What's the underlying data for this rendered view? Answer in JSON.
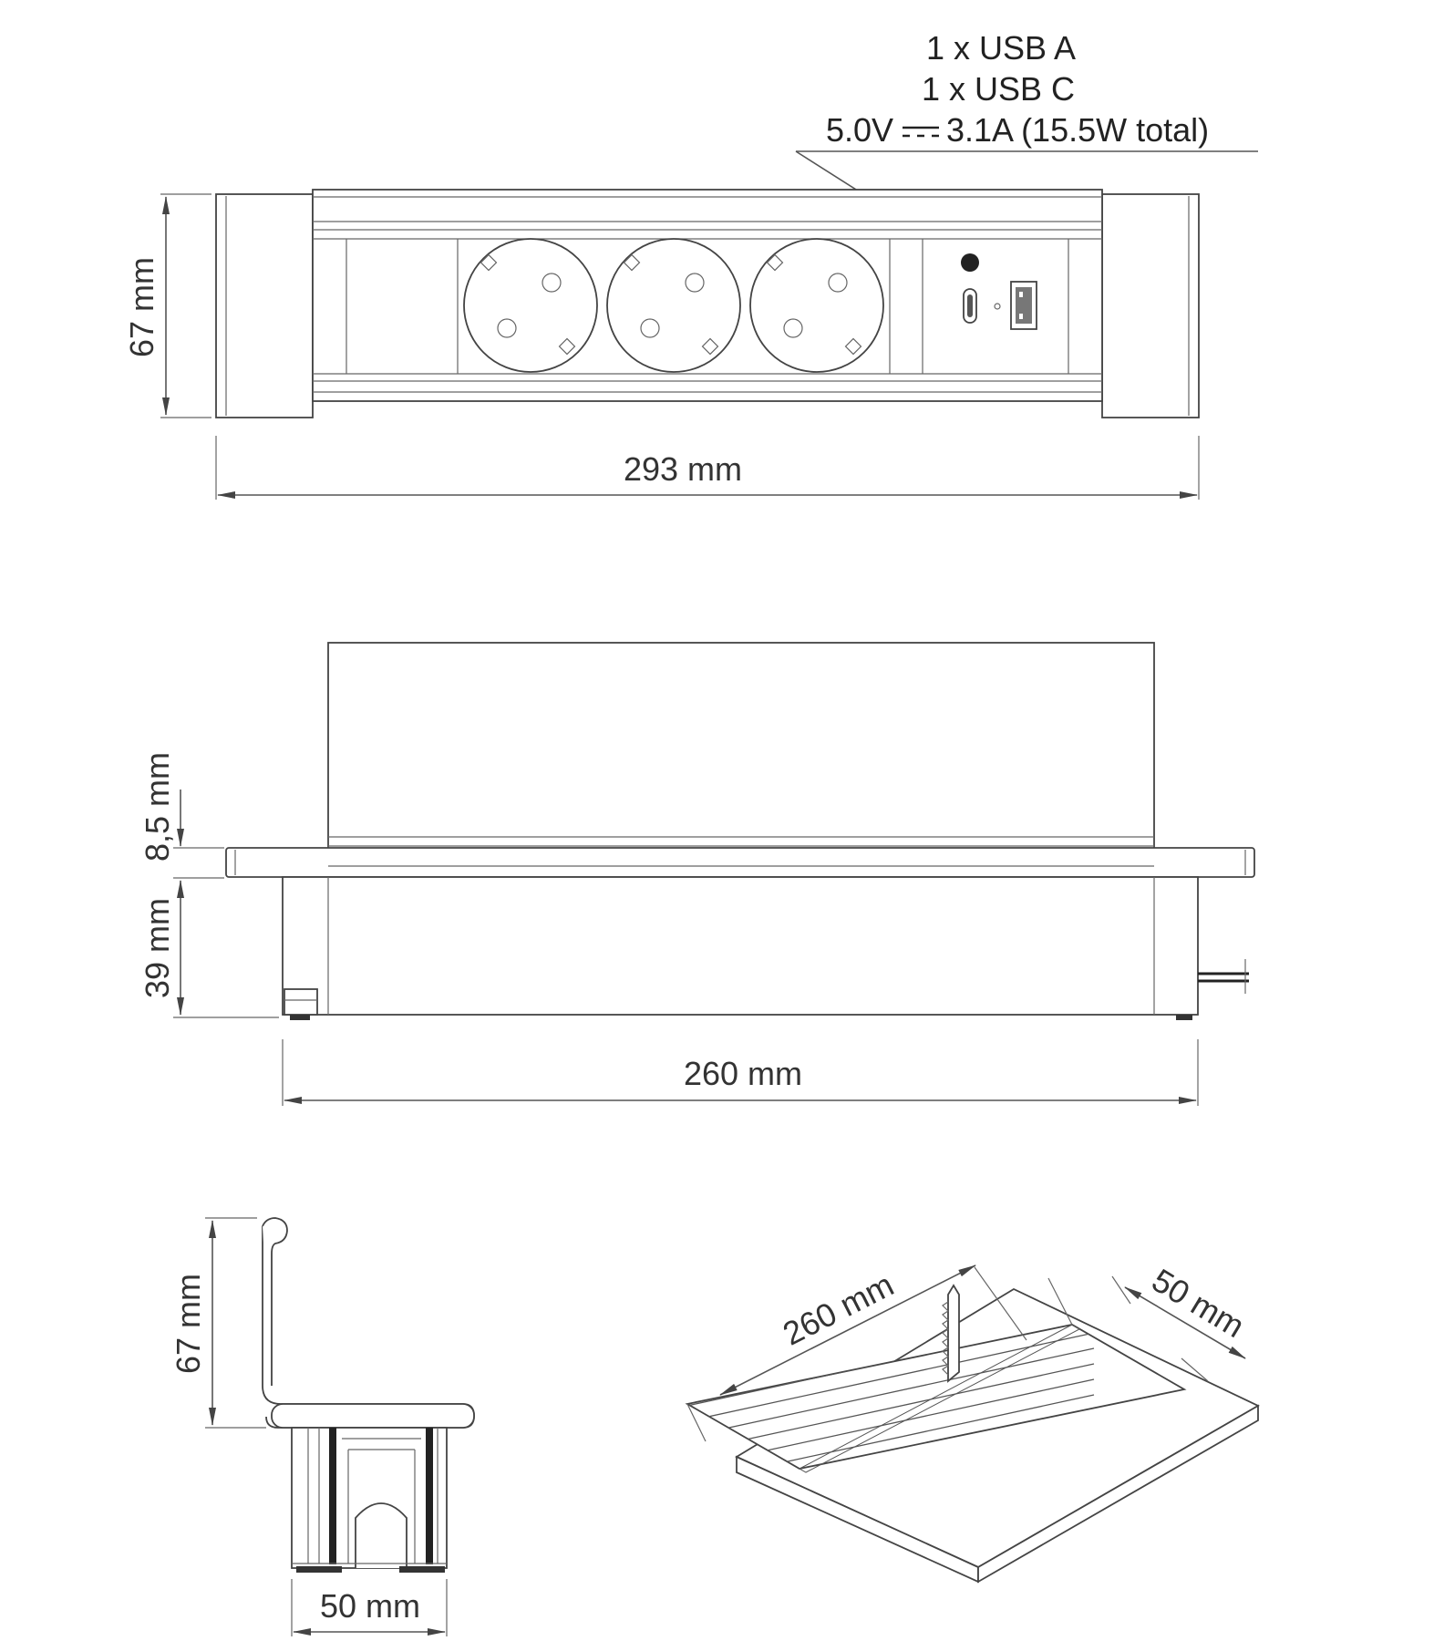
{
  "specs": {
    "line1": "1 x USB  A",
    "line2": "1 x USB C",
    "line3_voltage": "5.0V",
    "line3_current": "3.1A (15.5W total)"
  },
  "front_view": {
    "height_label": "67 mm",
    "width_label": "293 mm"
  },
  "side_view": {
    "above_surface_label": "8,5 mm",
    "below_surface_label": "39 mm",
    "length_label": "260 mm"
  },
  "end_view": {
    "height_label": "67 mm",
    "depth_label": "50 mm"
  },
  "cutout_view": {
    "length_label": "260 mm",
    "width_label": "50 mm"
  }
}
